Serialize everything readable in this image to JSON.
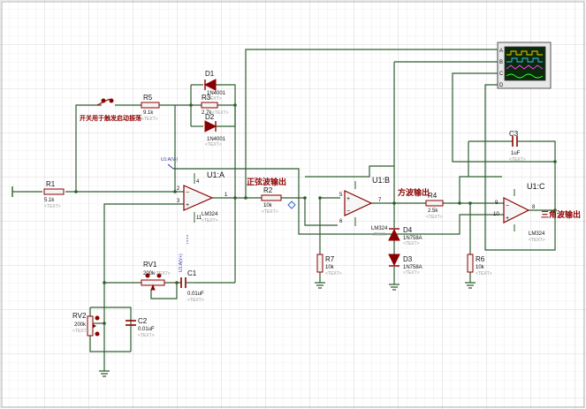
{
  "switch": {
    "note": "开关用于触发启动振荡"
  },
  "resistors": {
    "R1": {
      "name": "R1",
      "value": "5.1k",
      "text": "<TEXT>"
    },
    "R2": {
      "name": "R2",
      "value": "10k",
      "text": "<TEXT>"
    },
    "R3": {
      "name": "R3",
      "value": "2.7k",
      "text": "<TEXT>"
    },
    "R4": {
      "name": "R4",
      "value": "2.5k",
      "text": "<TEXT>"
    },
    "R5": {
      "name": "R5",
      "value": "9.1k",
      "text": "<TEXT>"
    },
    "R6": {
      "name": "R6",
      "value": "10k",
      "text": "<TEXT>"
    },
    "R7": {
      "name": "R7",
      "value": "10k",
      "text": "<TEXT>"
    },
    "RV1": {
      "name": "RV1",
      "value": "200k",
      "text": "<TEXT>"
    },
    "RV2": {
      "name": "RV2",
      "value": "200k",
      "text": "<TEXT>"
    }
  },
  "capacitors": {
    "C1": {
      "name": "C1",
      "value": "0.01uF",
      "text": "<TEXT>"
    },
    "C2": {
      "name": "C2",
      "value": "0.01uF",
      "text": "<TEXT>"
    },
    "C3": {
      "name": "C3",
      "value": "1uF",
      "text": "<TEXT>"
    }
  },
  "diodes": {
    "D1": {
      "name": "D1",
      "value": "1N4001",
      "text": "<TEXT>"
    },
    "D2": {
      "name": "D2",
      "value": "1N4001",
      "text": "<TEXT>"
    },
    "D3": {
      "name": "D3",
      "value": "1N758A",
      "text": "<TEXT>"
    },
    "D4": {
      "name": "D4",
      "value": "1N758A",
      "text": "<TEXT>"
    }
  },
  "opamps": {
    "A": {
      "name": "U1:A",
      "part": "LM324",
      "text": "<TEXT>",
      "pins": {
        "inv": "2",
        "noninv": "3",
        "out": "1",
        "vplus": "4",
        "vminus": "11"
      }
    },
    "B": {
      "name": "U1:B",
      "part": "LM324",
      "text": "<TEXT>",
      "pins": {
        "inv": "6",
        "noninv": "5",
        "out": "7"
      }
    },
    "C": {
      "name": "U1:C",
      "part": "LM324",
      "text": "<TEXT>",
      "pins": {
        "inv": "9",
        "noninv": "10",
        "out": "8"
      }
    }
  },
  "probes": {
    "vminus": "U1:A(V-)",
    "vplus": "U1:A(V+)"
  },
  "nets": {
    "sine": "正弦波输出",
    "square": "方波输出",
    "triangle": "三角波输出"
  },
  "scope": {
    "channels": [
      "A",
      "B",
      "C",
      "D"
    ],
    "trace_colors": [
      "#ffd000",
      "#40c0ff",
      "#ff40ff",
      "#40ff40"
    ]
  },
  "colors": {
    "wire": "#2f5e2f",
    "component": "#8b0000",
    "grid": "#d8d8d8"
  }
}
